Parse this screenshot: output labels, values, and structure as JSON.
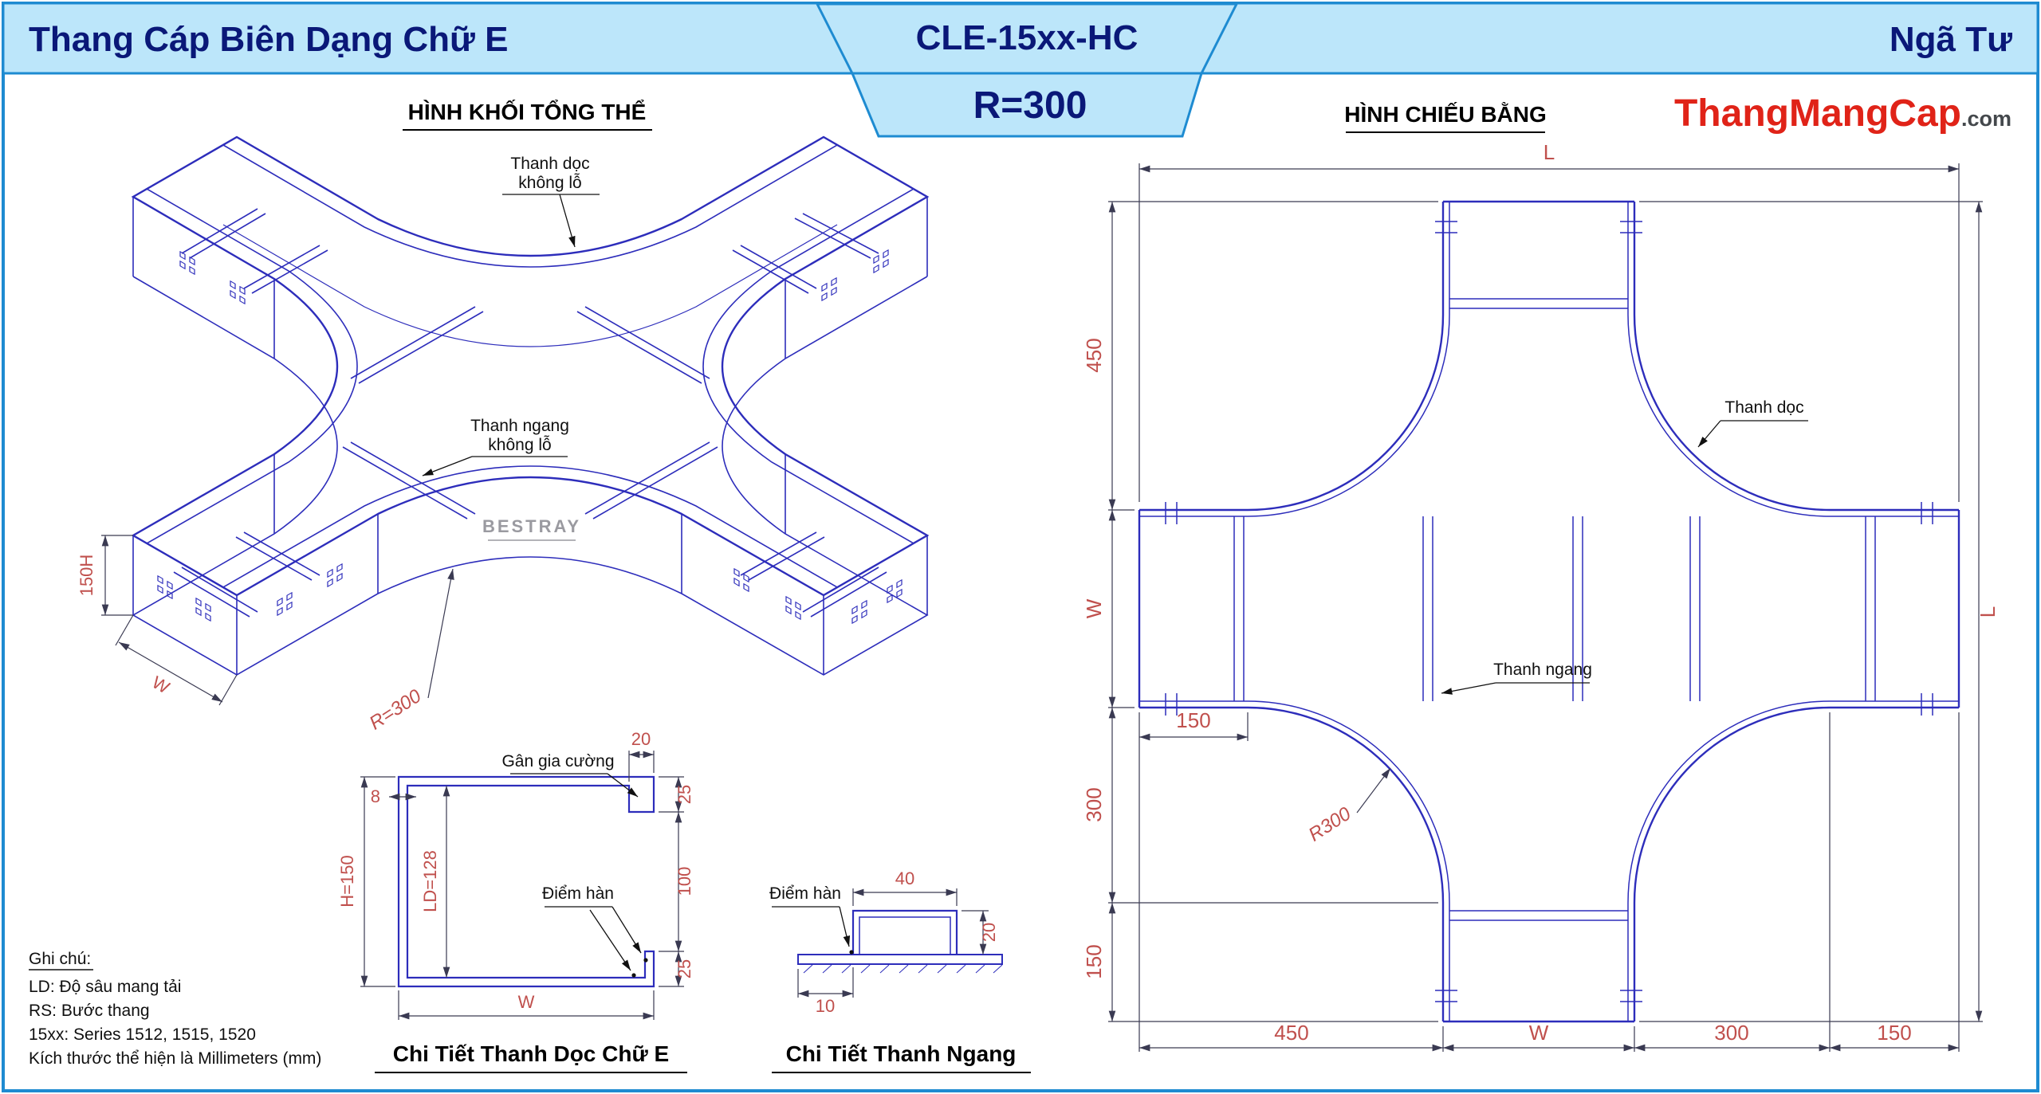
{
  "header": {
    "title_left": "Thang Cáp Biên Dạng Chữ E",
    "model": "CLE-15xx-HC",
    "radius": "R=300",
    "title_right": "Ngã Tư"
  },
  "logo": {
    "brand": "ThangMangCap",
    "tld": ".com"
  },
  "iso": {
    "title": "HÌNH KHỐI TỔNG THỂ",
    "rail_label_1": "Thanh dọc",
    "rail_label_2": "không lỗ",
    "rung_label_1": "Thanh ngang",
    "rung_label_2": "không lỗ",
    "watermark": "BESTRAY",
    "dim_height": "150H",
    "dim_width": "W",
    "dim_radius": "R=300"
  },
  "plan": {
    "title": "HÌNH CHIẾU BẰNG",
    "rail_label": "Thanh dọc",
    "rung_label": "Thanh ngang",
    "dim_radius": "R300",
    "dim_length_top": "L",
    "dim_length_right": "L",
    "dims_left": [
      "450",
      "W",
      "300",
      "150"
    ],
    "dims_bottom": [
      "450",
      "W",
      "300",
      "150"
    ],
    "dim_rung_spacing": "150"
  },
  "detail_rail": {
    "title": "Chi Tiết Thanh Dọc Chữ E",
    "rib_label": "Gân gia cường",
    "weld_label": "Điểm hàn",
    "dim_lip": "20",
    "dim_top": "25",
    "dim_opening": "100",
    "dim_bottom": "25",
    "dim_height": "H=150",
    "dim_depth": "LD=128",
    "dim_thickness": "8",
    "dim_width": "W"
  },
  "detail_rung": {
    "title": "Chi Tiết Thanh Ngang",
    "weld_label": "Điểm hàn",
    "dim_width": "40",
    "dim_height": "20",
    "dim_lip": "10"
  },
  "notes": {
    "heading": "Ghi chú:",
    "lines": [
      "LD: Độ sâu mang tải",
      "RS: Bước thang",
      "15xx: Series 1512, 1515, 1520",
      "Kích thước thể hiện là Millimeters (mm)"
    ]
  },
  "colors": {
    "line": "#2d2dbb",
    "dim_text": "#c0504d",
    "header_bg": "#bce6fa",
    "border": "#1e8bd1",
    "navy": "#0a1878",
    "logo_red": "#e02318"
  }
}
